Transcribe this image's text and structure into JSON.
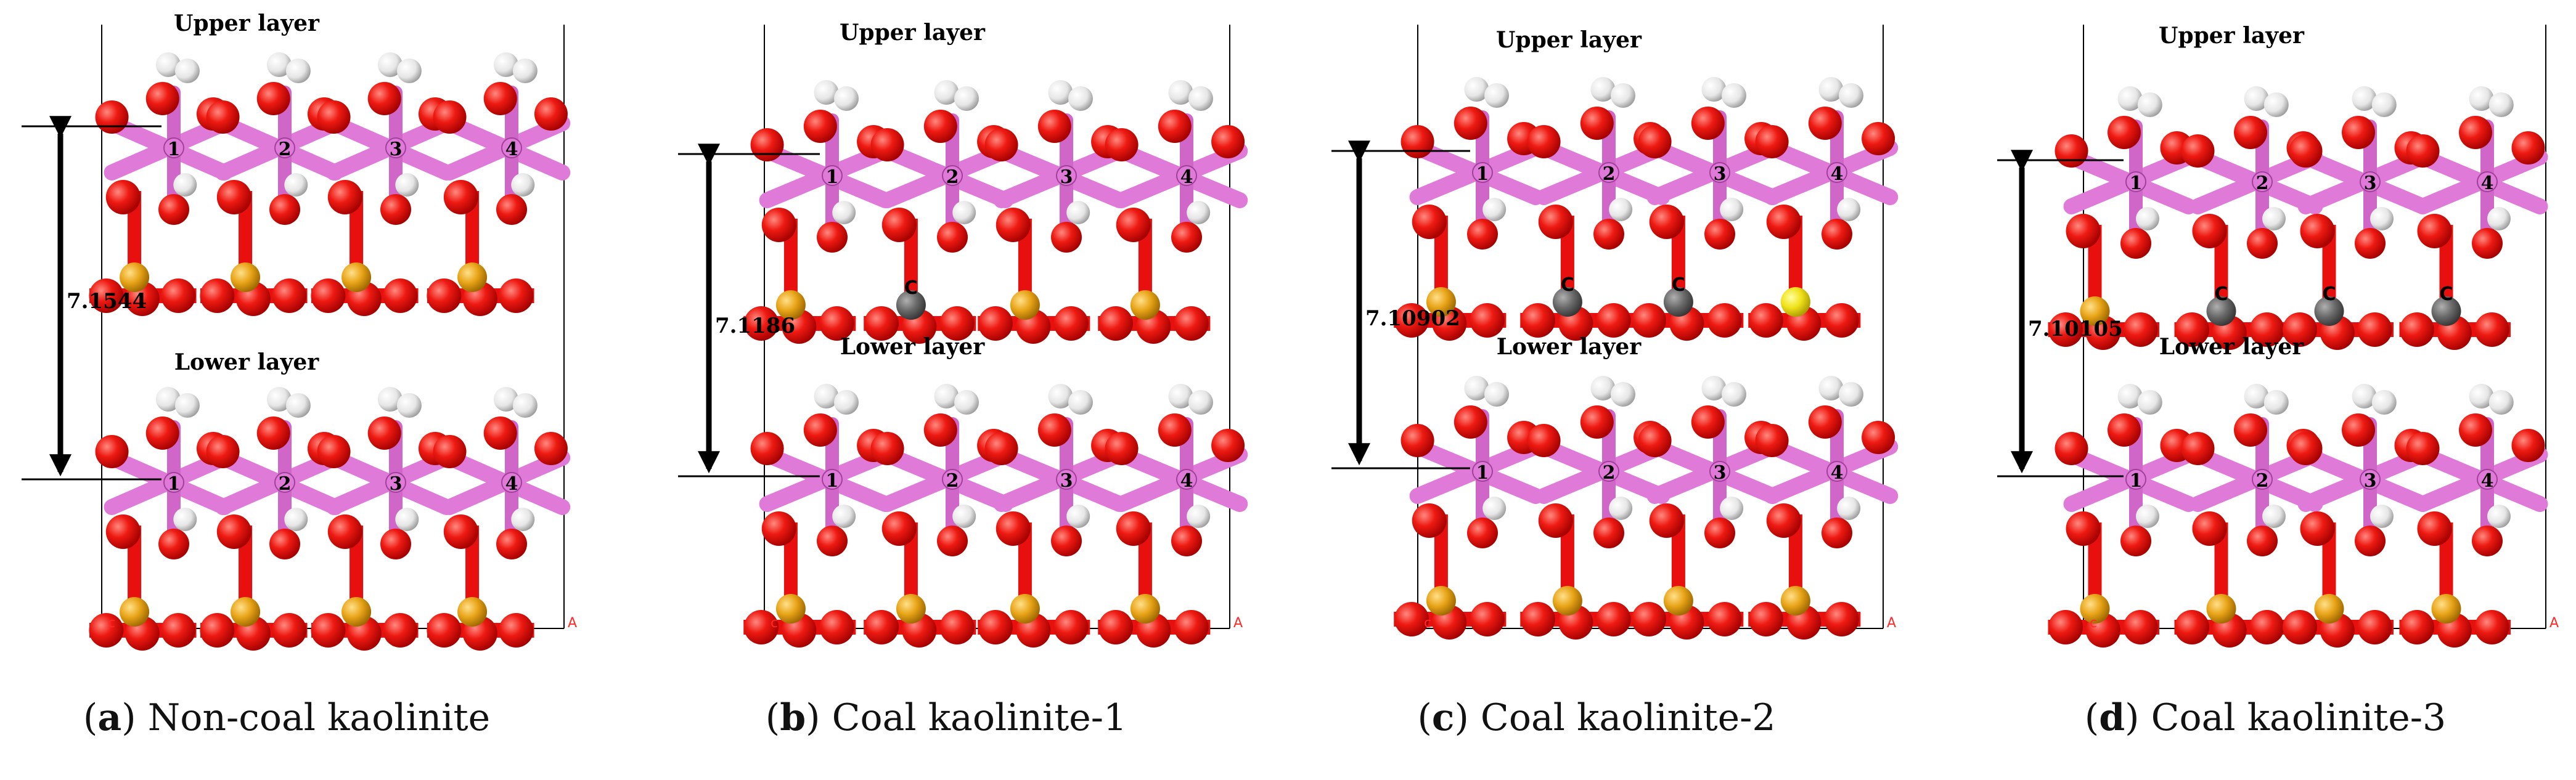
{
  "panels": [
    {
      "letter": "a",
      "caption": "Non-coal kaolinite",
      "upper_label": "Upper layer",
      "lower_label": "Lower layer",
      "distance": "7.1544",
      "upper_tet": [
        "Si",
        "Si",
        "Si",
        "Si"
      ],
      "al_numbers": [
        "1",
        "2",
        "3",
        "4"
      ],
      "axis_labels": [
        "c",
        "A"
      ]
    },
    {
      "letter": "b",
      "caption": "Coal kaolinite-1",
      "upper_label": "Upper layer",
      "lower_label": "Lower layer",
      "distance": "7.1186",
      "upper_tet": [
        "Si",
        "C",
        "Si",
        "Si"
      ],
      "al_numbers": [
        "1",
        "2",
        "3",
        "4"
      ],
      "axis_labels": [
        "c",
        "A"
      ]
    },
    {
      "letter": "c",
      "caption": "Coal kaolinite-2",
      "upper_label": "Upper layer",
      "lower_label": "Lower layer",
      "distance": "7.10902",
      "upper_tet": [
        "Si",
        "C",
        "C",
        "S"
      ],
      "al_numbers": [
        "1",
        "2",
        "3",
        "4"
      ],
      "axis_labels": [
        "c",
        "A"
      ]
    },
    {
      "letter": "d",
      "caption": "Coal kaolinite-3",
      "upper_label": "Upper layer",
      "lower_label": "Lower layer",
      "distance": "7.10105",
      "upper_tet": [
        "Si",
        "C",
        "C",
        "C"
      ],
      "al_numbers": [
        "1",
        "2",
        "3",
        "4"
      ],
      "axis_labels": [
        "c",
        "A"
      ]
    }
  ],
  "atom_labels": {
    "C": "C"
  },
  "colors": {
    "oxygen": "#e8100f",
    "hydrogen": "#f2f2f2",
    "aluminum": "#e07ad8",
    "silicon": "#e8a417",
    "carbon": "#6a6a6a",
    "sulfur": "#f0e21a"
  }
}
